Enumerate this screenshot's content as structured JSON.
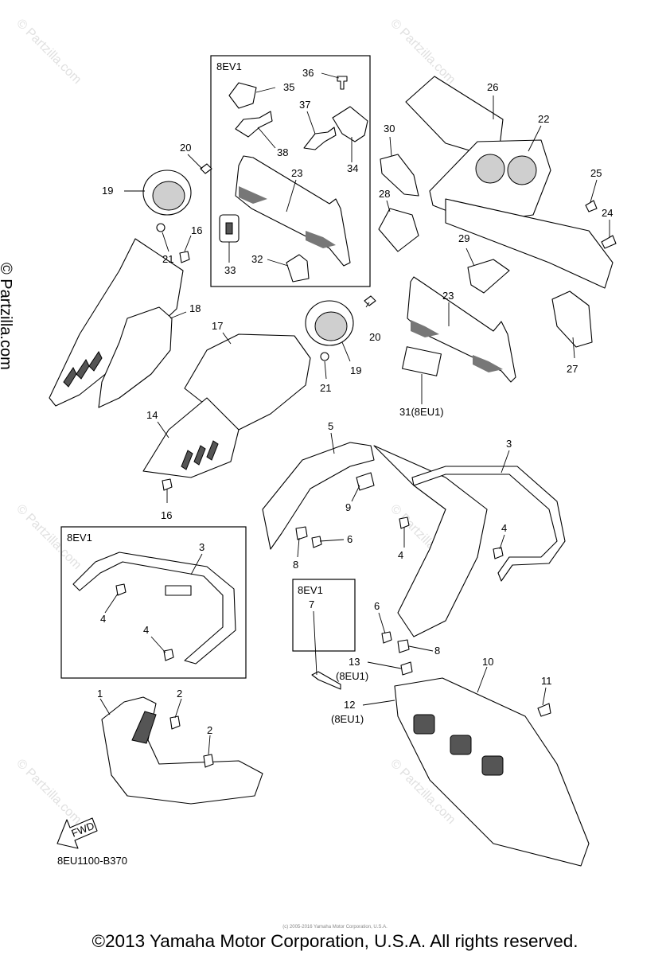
{
  "watermark": {
    "text": "© Partzilla.com"
  },
  "group_labels": {
    "a": "8EV1",
    "b": "8EV1",
    "c": "8EV1",
    "d": "31(8EU1)",
    "e": "(8EU1)",
    "f": "(8EU1)"
  },
  "callouts": {
    "n1": "1",
    "n2a": "2",
    "n2b": "2",
    "n3a": "3",
    "n3b": "3",
    "n4a": "4",
    "n4b": "4",
    "n4c": "4",
    "n4d": "4",
    "n5": "5",
    "n6a": "6",
    "n6b": "6",
    "n7": "7",
    "n8a": "8",
    "n8b": "8",
    "n9": "9",
    "n10": "10",
    "n11": "11",
    "n12": "12",
    "n13": "13",
    "n14": "14",
    "n16a": "16",
    "n16b": "16",
    "n17": "17",
    "n18": "18",
    "n19a": "19",
    "n19b": "19",
    "n20a": "20",
    "n20b": "20",
    "n21a": "21",
    "n21b": "21",
    "n22": "22",
    "n23a": "23",
    "n23b": "23",
    "n24": "24",
    "n25": "25",
    "n26": "26",
    "n27": "27",
    "n28": "28",
    "n29": "29",
    "n30": "30",
    "n32": "32",
    "n33": "33",
    "n34": "34",
    "n35": "35",
    "n36": "36",
    "n37": "37",
    "n38": "38"
  },
  "fwd_label": "FWD",
  "diagram_code": "8EU1100-B370",
  "fine_print": "(c) 2005-2016 Yamaha Motor Corporation, U.S.A.",
  "footer": "©2013 Yamaha Motor Corporation, U.S.A. All rights reserved."
}
